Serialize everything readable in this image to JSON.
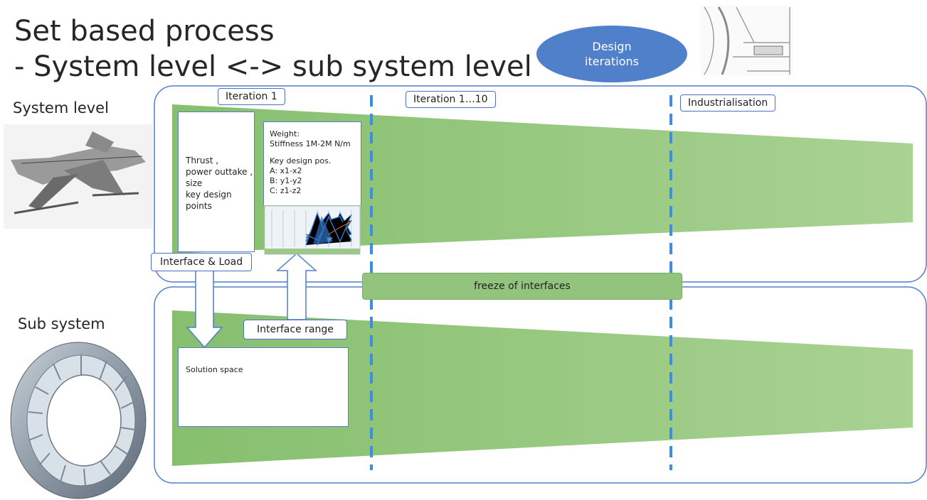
{
  "title": {
    "line1": "Set based process",
    "line2": "- System level <-> sub system level"
  },
  "design_iterations": {
    "line1": "Design",
    "line2": "iterations"
  },
  "side_labels": {
    "system": "System level",
    "subsystem": "Sub system"
  },
  "phases": {
    "iteration1": "Iteration 1",
    "iterations": "Iteration 1…10",
    "industrialisation": "Industrialisation"
  },
  "system_panel": {
    "lines": [
      "Thrust ,",
      "power outtake ,",
      "size",
      "key design",
      "points"
    ]
  },
  "requirements_panel": {
    "lines": [
      "Weight:",
      "Stiffness 1M-2M N/m",
      "",
      "Key design pos.",
      "A: x1-x2",
      "B: y1-y2",
      "C: z1-z2"
    ]
  },
  "interface_load": "Interface & Load",
  "interface_range": "Interface range",
  "freeze": "freeze of interfaces",
  "solution_space": "Solution space",
  "colors": {
    "funnel": "#8fc37a",
    "border": "#4f7fc7",
    "dash": "#3d8ee0",
    "ellipse": "#4f80c9",
    "freeze": "#93c47d"
  }
}
